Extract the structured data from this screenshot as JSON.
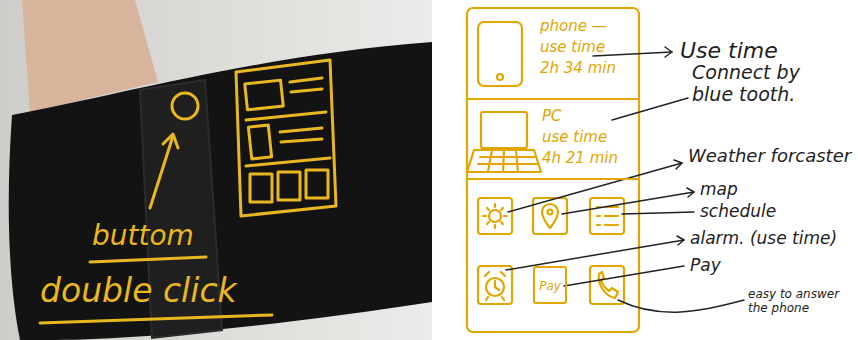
{
  "diagram": {
    "nodes": [
      {
        "text": [
          "phone —",
          "use time",
          "2h 34 min"
        ]
      },
      {
        "text": [
          "PC",
          "use time",
          "4h 21 min"
        ]
      },
      {
        "text": [
          "Pay"
        ]
      }
    ],
    "labels": [
      "buttom",
      "double click",
      "Use time",
      "Connect by blue tooth.",
      "Weather forcaster",
      "map",
      "schedule",
      "alarm. (use time)",
      "Pay",
      "easy to answer the phone"
    ]
  }
}
